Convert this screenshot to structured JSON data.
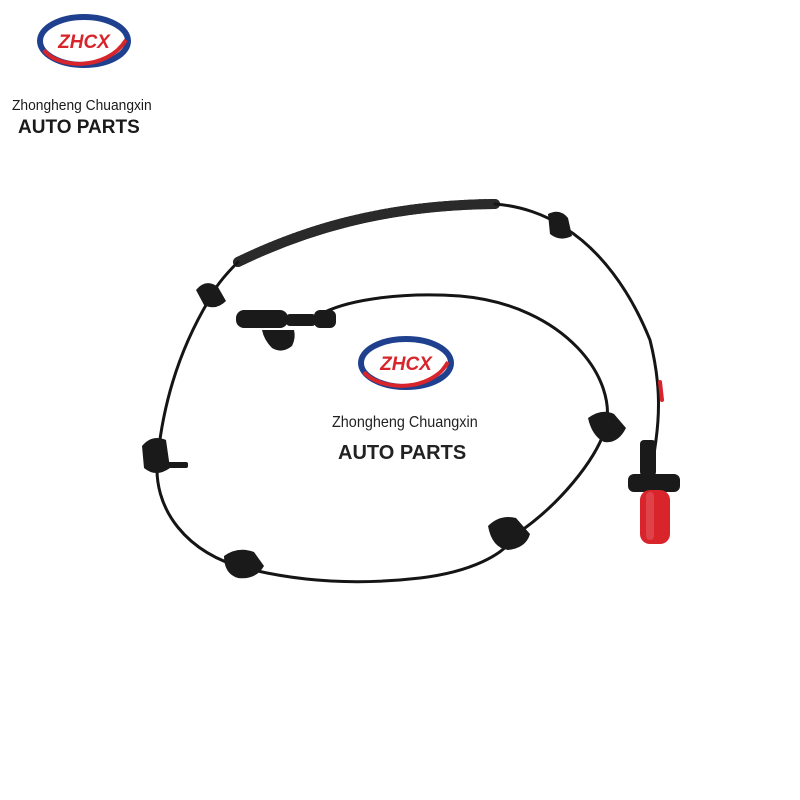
{
  "brand": {
    "logo_text": "ZHCX",
    "company_name": "Zhongheng Chuangxin",
    "tagline": "AUTO PARTS",
    "colors": {
      "navy": "#1f3f8f",
      "red": "#d8252b"
    }
  },
  "watermark": {
    "logo_text": "ZHCX",
    "company_name": "Zhongheng Chuangxin",
    "tagline": "AUTO PARTS"
  },
  "product": {
    "icon": "abs-sensor-cable-icon",
    "cable_color": "#151515",
    "sensor_tip_color": "#d8242a"
  }
}
